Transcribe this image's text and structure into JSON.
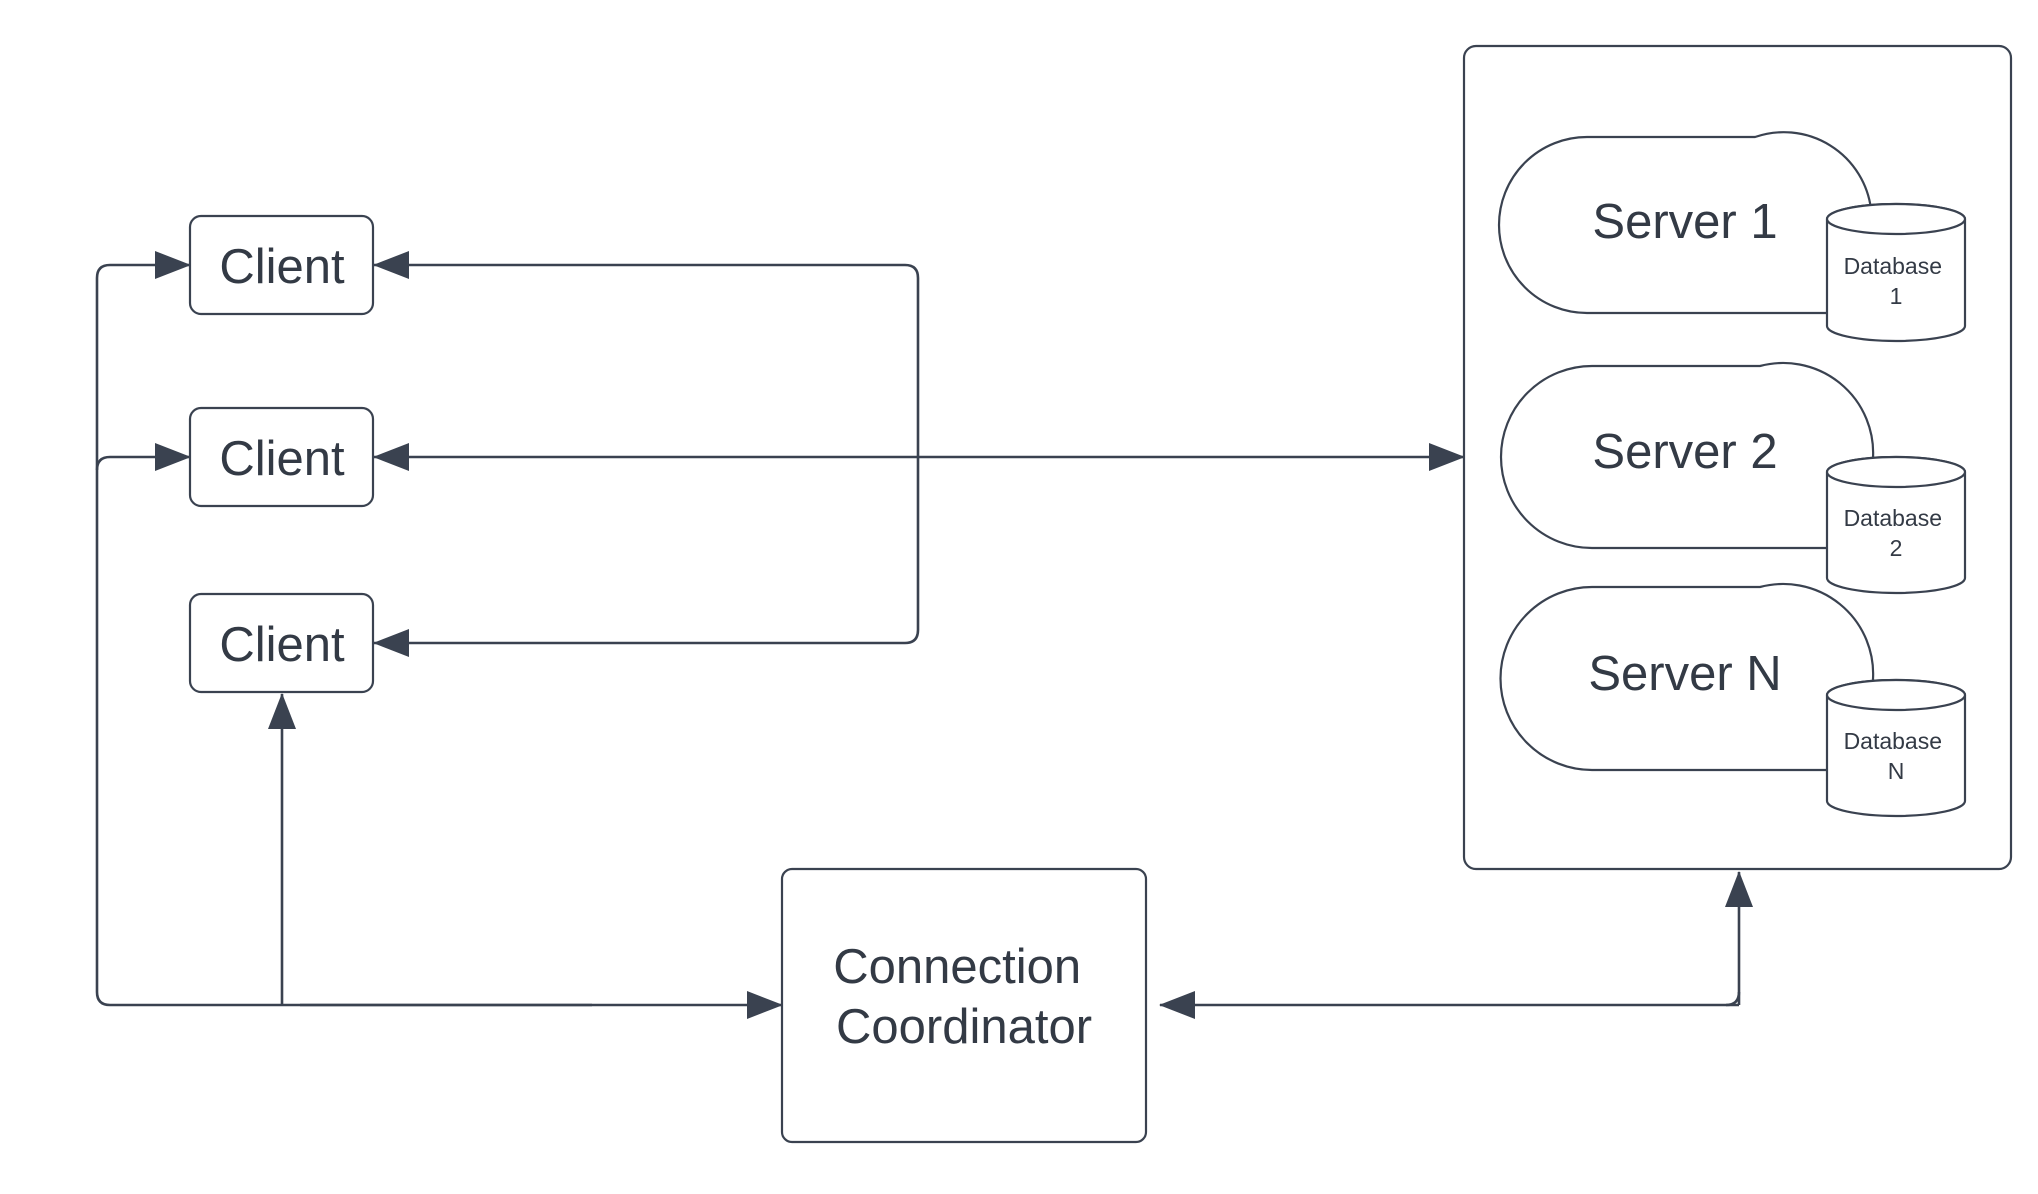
{
  "nodes": {
    "client_1": "Client",
    "client_2": "Client",
    "client_3": "Client",
    "coordinator": [
      "Connection",
      "Coordinator"
    ],
    "server_1": "Server 1",
    "server_2": "Server 2",
    "server_n": "Server N",
    "database_1": [
      "Database",
      "1"
    ],
    "database_2": [
      "Database",
      "2"
    ],
    "database_n": [
      "Database",
      "N"
    ]
  },
  "colors": {
    "stroke": "#3a4250",
    "text": "#333a45",
    "background": "#ffffff"
  }
}
